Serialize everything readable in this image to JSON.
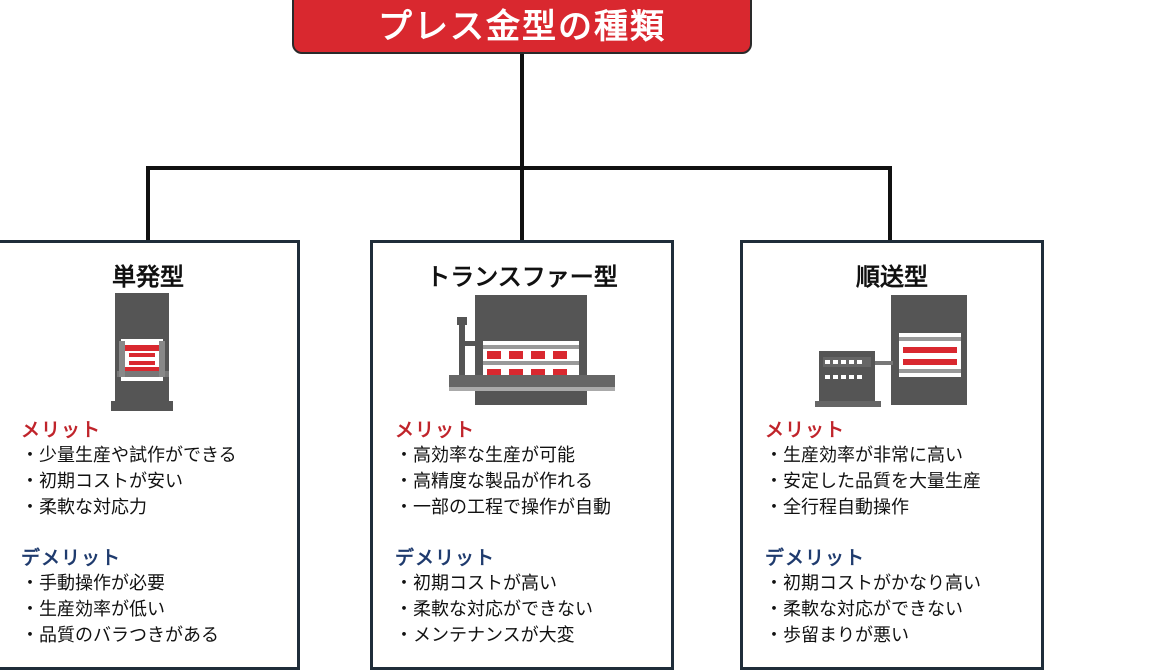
{
  "title": "プレス金型の種類",
  "colors": {
    "accent_red": "#d9282f",
    "merit": "#c0242b",
    "demerit": "#1f3b6e",
    "border": "#1f2d3a"
  },
  "cards": [
    {
      "title": "単発型",
      "illustration": "single-press-icon",
      "merit_label": "メリット",
      "merits": [
        "少量生産や試作ができる",
        "初期コストが安い",
        "柔軟な対応力"
      ],
      "demerit_label": "デメリット",
      "demerits": [
        "手動操作が必要",
        "生産効率が低い",
        "品質のバラつきがある"
      ]
    },
    {
      "title": "トランスファー型",
      "illustration": "transfer-press-icon",
      "merit_label": "メリット",
      "merits": [
        "高効率な生産が可能",
        "高精度な製品が作れる",
        "一部の工程で操作が自動"
      ],
      "demerit_label": "デメリット",
      "demerits": [
        "初期コストが高い",
        "柔軟な対応ができない",
        "メンテナンスが大変"
      ]
    },
    {
      "title": "順送型",
      "illustration": "progressive-press-icon",
      "merit_label": "メリット",
      "merits": [
        "生産効率が非常に高い",
        "安定した品質を大量生産",
        "全行程自動操作"
      ],
      "demerit_label": "デメリット",
      "demerits": [
        "初期コストがかなり高い",
        "柔軟な対応ができない",
        "歩留まりが悪い"
      ]
    }
  ]
}
